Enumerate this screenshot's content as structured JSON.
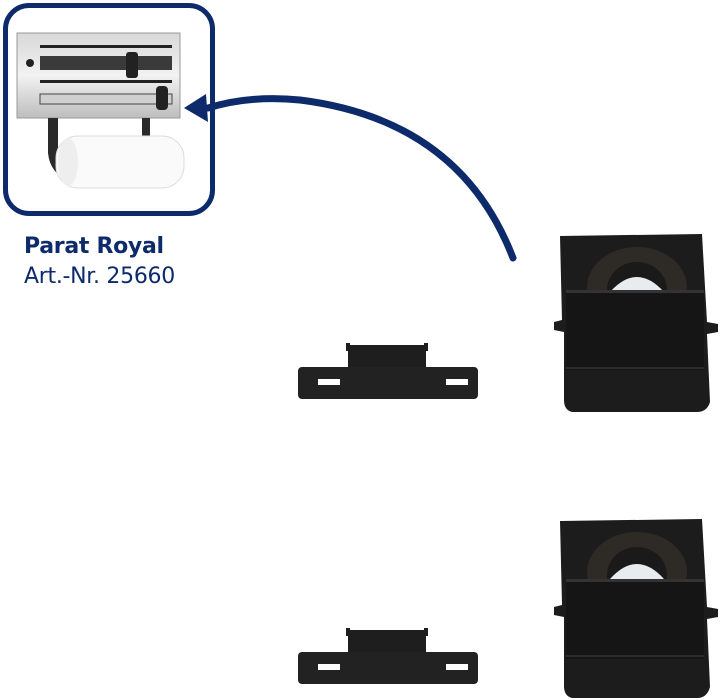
{
  "product": {
    "name": "Parat Royal",
    "article_number": "Art.-Nr. 25660"
  },
  "colors": {
    "brand_blue": "#0d2b6b",
    "part_black": "#1a1a1a"
  },
  "images": {
    "product_thumbnail": "kitchen-roll-holder-icon",
    "parts": [
      {
        "name": "end-cap-top",
        "icon": "end-cap-icon"
      },
      {
        "name": "clip-top",
        "icon": "mounting-clip-icon"
      },
      {
        "name": "end-cap-bottom",
        "icon": "end-cap-icon"
      },
      {
        "name": "clip-bottom",
        "icon": "mounting-clip-icon"
      }
    ]
  }
}
